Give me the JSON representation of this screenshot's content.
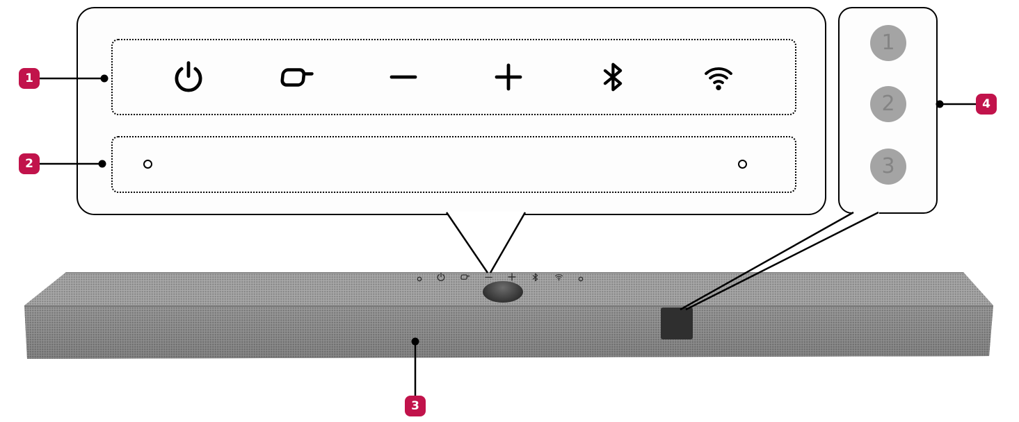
{
  "callouts": [
    {
      "label": "1"
    },
    {
      "label": "2"
    },
    {
      "label": "3"
    },
    {
      "label": "4"
    }
  ],
  "control_panel": {
    "icons": [
      "power-icon",
      "input-source-icon",
      "volume-down-icon",
      "volume-up-icon",
      "bluetooth-icon",
      "wifi-icon"
    ]
  },
  "microphones": {
    "count": 2
  },
  "side_buttons": [
    {
      "label": "1"
    },
    {
      "label": "2"
    },
    {
      "label": "3"
    }
  ],
  "colors": {
    "callout_badge": "#c1134b",
    "outline": "#000000",
    "panel_background": "#fdfdfd",
    "soundbar_top": "#a8a8a8",
    "soundbar_front": "#949494",
    "side_button_fill": "#a4a4a4",
    "side_button_text": "#848484",
    "display_window": "#2f2f2f"
  }
}
